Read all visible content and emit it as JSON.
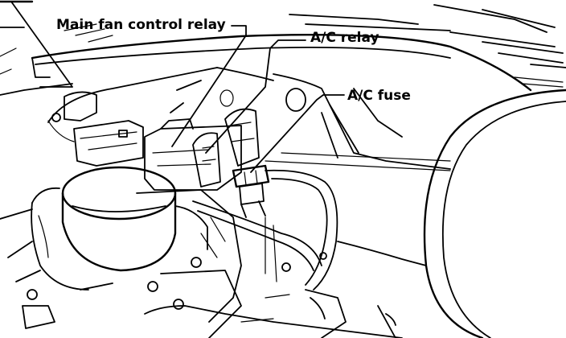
{
  "labels": {
    "main_fan_control_relay": "Main fan control relay",
    "ac_relay": "A/C relay",
    "ac_fuse": "A/C fuse"
  },
  "colors": {
    "ink": "#000000",
    "paper": "#ffffff"
  }
}
